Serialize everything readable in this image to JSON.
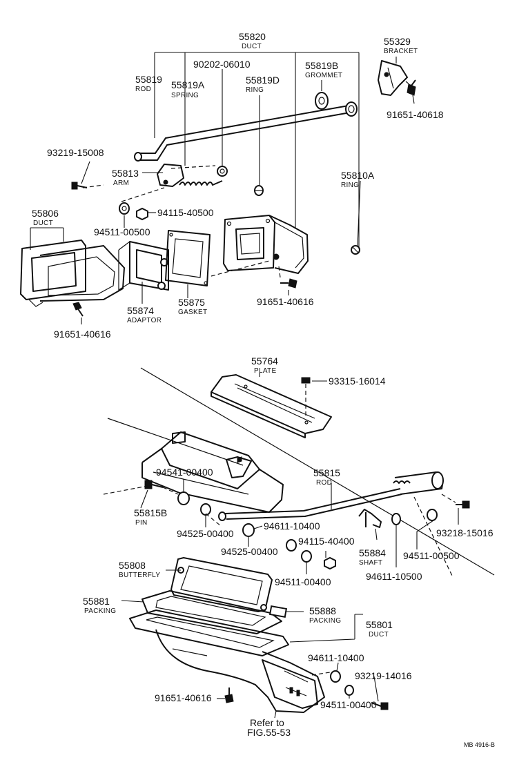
{
  "diagram_code": "MB 4916-B",
  "refer": {
    "line1": "Refer to",
    "line2": "FIG.55-53"
  },
  "labels": {
    "p55820": {
      "number": "55820",
      "name": "DUCT"
    },
    "p9020206010": {
      "number": "90202-06010"
    },
    "p55819": {
      "number": "55819",
      "name": "ROD"
    },
    "p55819A": {
      "number": "55819A",
      "name": "SPRING"
    },
    "p55819D": {
      "number": "55819D",
      "name": "RING"
    },
    "p55819B": {
      "number": "55819B",
      "name": "GROMMET"
    },
    "p55329": {
      "number": "55329",
      "name": "BRACKET"
    },
    "p9165140618": {
      "number": "91651-40618"
    },
    "p9321915008": {
      "number": "93219-15008"
    },
    "p55813": {
      "number": "55813",
      "name": "ARM"
    },
    "p55810A": {
      "number": "55810A",
      "name": "RING"
    },
    "p55806": {
      "number": "55806",
      "name": "DUCT"
    },
    "p9411540500": {
      "number": "94115-40500"
    },
    "p9451100500a": {
      "number": "94511-00500"
    },
    "p55874": {
      "number": "55874",
      "name": "ADAPTOR"
    },
    "p55875": {
      "number": "55875",
      "name": "GASKET"
    },
    "p9165140616a": {
      "number": "91651-40616"
    },
    "p9165140616b": {
      "number": "91651-40616"
    },
    "p55764": {
      "number": "55764",
      "name": "PLATE"
    },
    "p9331516014": {
      "number": "93315-16014"
    },
    "p9454100400": {
      "number": "94541-00400"
    },
    "p55815": {
      "number": "55815",
      "name": "ROD"
    },
    "p55815B": {
      "number": "55815B",
      "name": "PIN"
    },
    "p9452500400a": {
      "number": "94525-00400"
    },
    "p9461110400a": {
      "number": "94611-10400"
    },
    "p9452500400b": {
      "number": "94525-00400"
    },
    "p9411540400": {
      "number": "94115-40400"
    },
    "p55884": {
      "number": "55884",
      "name": "SHAFT"
    },
    "p9451100500b": {
      "number": "94511-00500"
    },
    "p9321815016": {
      "number": "93218-15016"
    },
    "p9461110500": {
      "number": "94611-10500"
    },
    "p55808": {
      "number": "55808",
      "name": "BUTTERFLY"
    },
    "p9451100400a": {
      "number": "94511-00400"
    },
    "p55881": {
      "number": "55881",
      "name": "PACKING"
    },
    "p55888": {
      "number": "55888",
      "name": "PACKING"
    },
    "p55801": {
      "number": "55801",
      "name": "DUCT"
    },
    "p9461110400b": {
      "number": "94611-10400"
    },
    "p9321914016": {
      "number": "93219-14016"
    },
    "p9165140616c": {
      "number": "91651-40616"
    },
    "p9451100400b": {
      "number": "94511-00400"
    }
  }
}
